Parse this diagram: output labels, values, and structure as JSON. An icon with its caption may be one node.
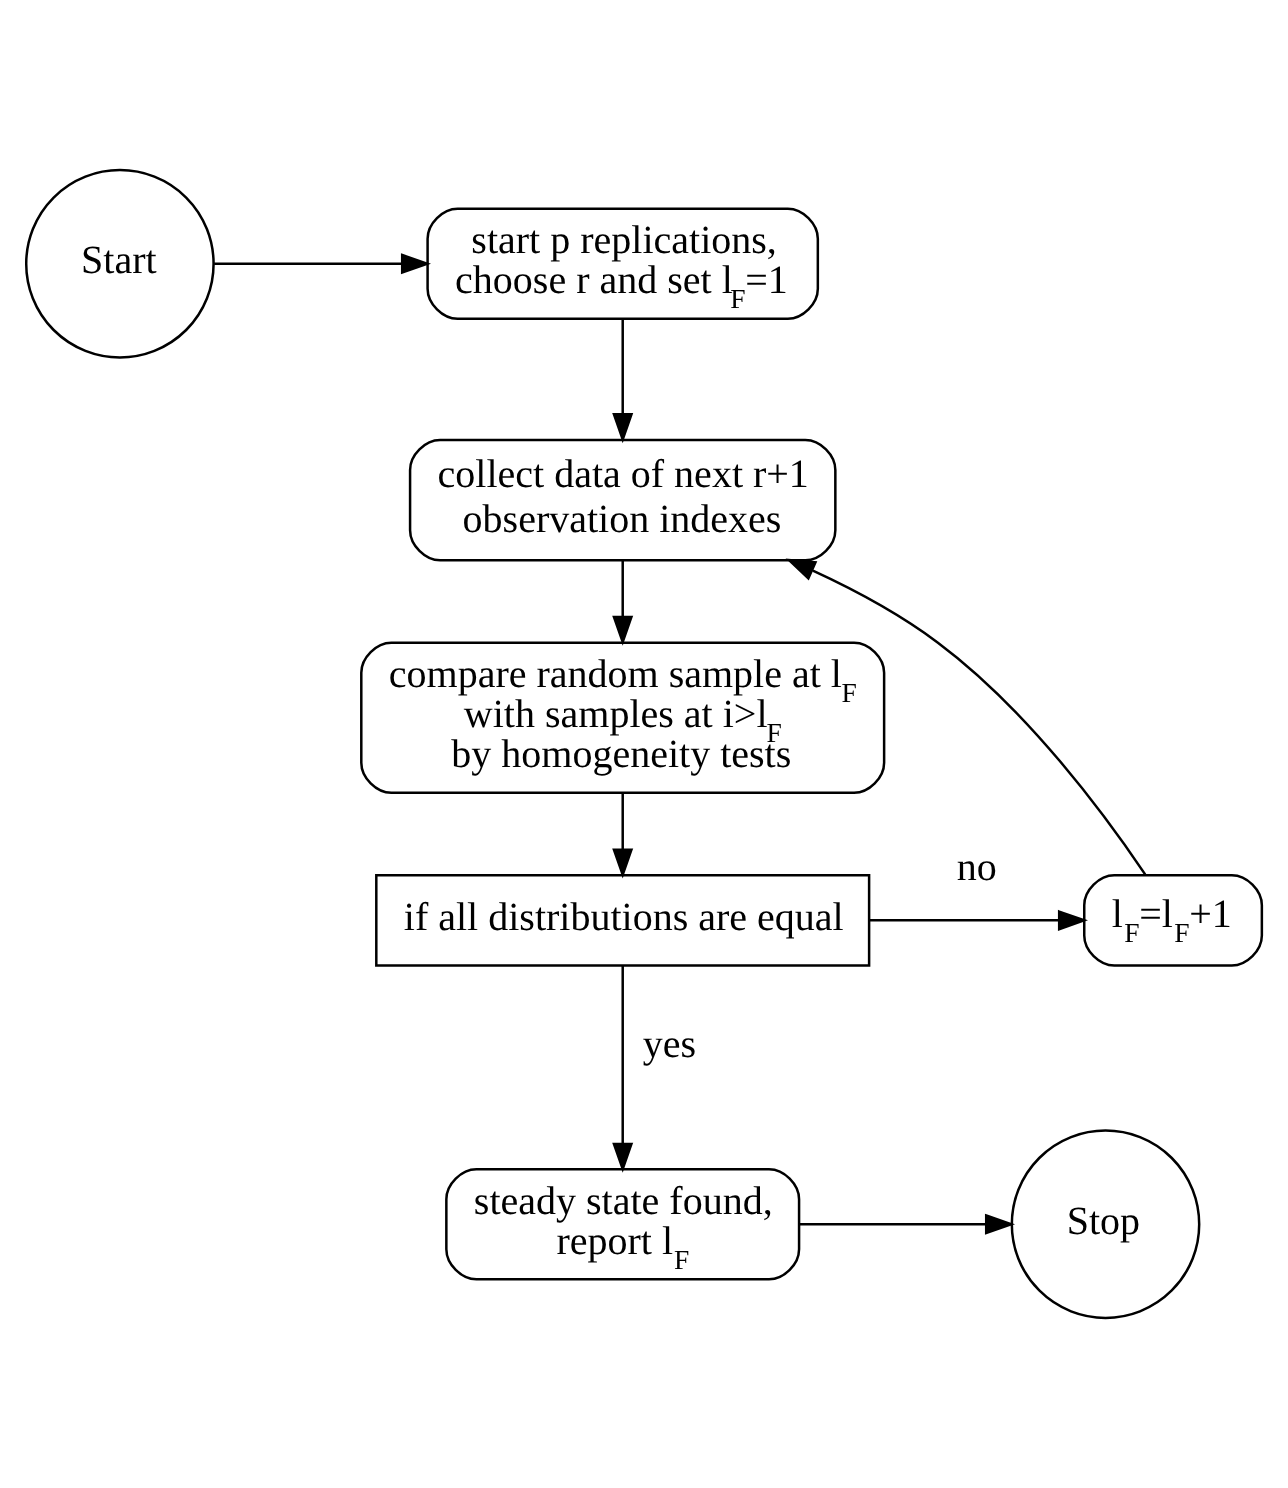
{
  "diagram": {
    "nodes": [
      {
        "text": [
          "Start"
        ]
      },
      {
        "text": [
          "start p replications, choose r and set l$_{F}$=1"
        ]
      },
      {
        "text": [
          "collect data of next r+1 observation indexes"
        ]
      },
      {
        "text": [
          "compare random sample at l$_{F}$ with samples at i>l$_{F}$ by homogeneity tests"
        ]
      },
      {
        "text": [
          "if all distributions are equal"
        ]
      },
      {
        "text": [
          "l$_{F}$=l$_{F}$+1"
        ]
      },
      {
        "text": [
          "steady state found, report l$_{F}$"
        ]
      },
      {
        "text": [
          "Stop"
        ]
      }
    ],
    "edges": [
      {
        "from": 0,
        "to": 1,
        "arrow": "to"
      },
      {
        "from": 1,
        "to": 2,
        "arrow": "to"
      },
      {
        "from": 2,
        "to": 3,
        "arrow": "to"
      },
      {
        "from": 3,
        "to": 4,
        "arrow": "to"
      },
      {
        "from": 4,
        "to": 5,
        "arrow": "to",
        "label": "no"
      },
      {
        "from": 5,
        "to": 2,
        "arrow": "to"
      },
      {
        "from": 4,
        "to": 6,
        "arrow": "to",
        "label": "yes"
      },
      {
        "from": 6,
        "to": 7,
        "arrow": "to"
      }
    ]
  }
}
